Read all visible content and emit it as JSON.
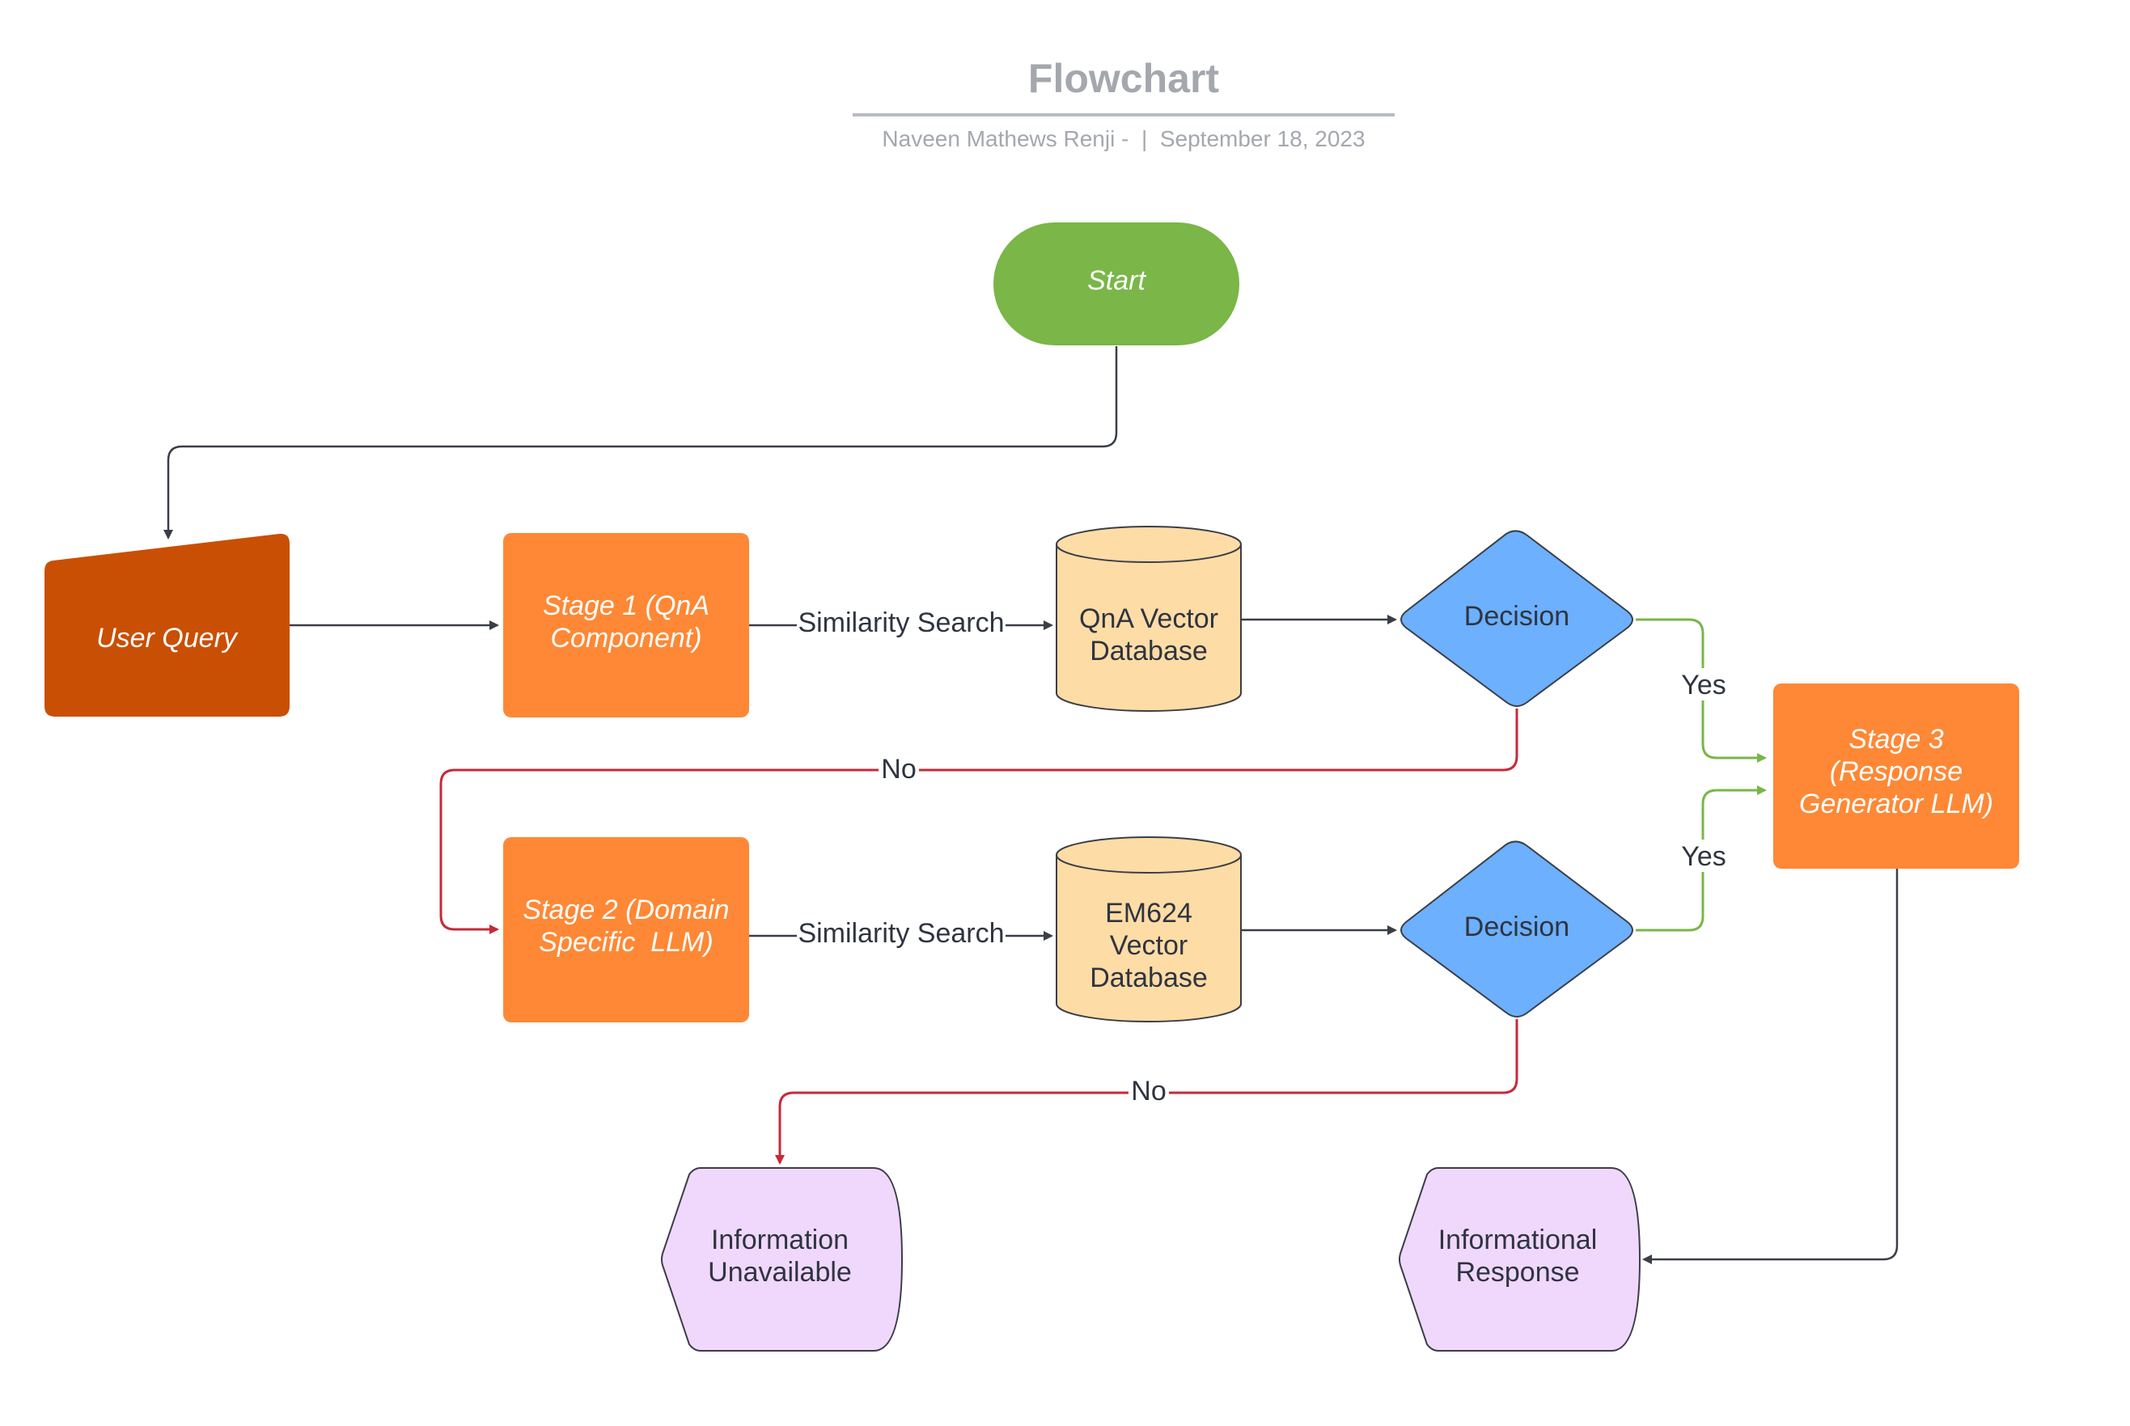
{
  "header": {
    "title": "Flowchart",
    "author": "Naveen Mathews Renji -",
    "separator": "|",
    "date": "September 18, 2023"
  },
  "colors": {
    "start": "#7ab648",
    "user_query": "#c94f04",
    "stage": "#fe8835",
    "database": "#fedca6",
    "decision": "#6cb0fe",
    "terminal": "#f0d8fd",
    "edge_default": "#3a3e48",
    "edge_no": "#c62a3a",
    "edge_yes": "#7ab648"
  },
  "nodes": {
    "start": {
      "line1": "Start"
    },
    "user_query": {
      "line1": "User Query"
    },
    "stage1": {
      "line1": "Stage 1 (QnA",
      "line2": "Component)"
    },
    "qna_db": {
      "line1": "QnA Vector",
      "line2": "Database"
    },
    "decision1": {
      "line1": "Decision"
    },
    "stage3": {
      "line1": "Stage 3",
      "line2": "(Response",
      "line3": "Generator LLM)"
    },
    "stage2": {
      "line1": "Stage 2 (Domain",
      "line2": "Specific  LLM)"
    },
    "em_db": {
      "line1": "EM624",
      "line2": "Vector",
      "line3": "Database"
    },
    "decision2": {
      "line1": "Decision"
    },
    "info_unavailable": {
      "line1": "Information",
      "line2": "Unavailable"
    },
    "info_response": {
      "line1": "Informational",
      "line2": "Response"
    }
  },
  "edges": {
    "sim_search_1": "Similarity Search",
    "sim_search_2": "Similarity Search",
    "yes_1": "Yes",
    "yes_2": "Yes",
    "no_1": "No",
    "no_2": "No"
  }
}
